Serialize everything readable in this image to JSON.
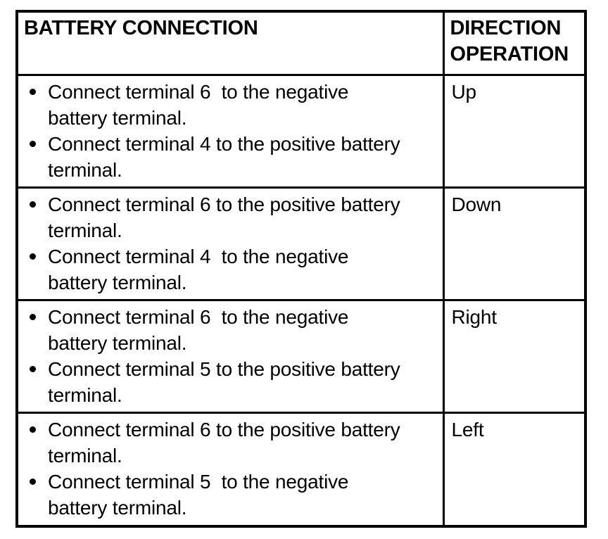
{
  "page": {
    "background_color": "#ffffff",
    "text_color": "#000000",
    "border_color": "#000000"
  },
  "table": {
    "header_connection": "BATTERY CONNECTION",
    "header_direction": "DIRECTION OPERATION",
    "rows": [
      {
        "bullets": [
          "Connect terminal 6  to the negative\nbattery terminal.",
          "Connect terminal 4 to the positive battery\nterminal."
        ],
        "direction": "Up"
      },
      {
        "bullets": [
          "Connect terminal 6 to the positive battery\nterminal.",
          "Connect terminal 4  to the negative\nbattery terminal."
        ],
        "direction": "Down"
      },
      {
        "bullets": [
          "Connect terminal 6  to the negative\nbattery terminal.",
          "Connect terminal 5 to the positive battery\nterminal."
        ],
        "direction": "Right"
      },
      {
        "bullets": [
          "Connect terminal 6 to the positive battery\nterminal.",
          "Connect terminal 5  to the negative\nbattery terminal."
        ],
        "direction": "Left"
      }
    ]
  }
}
